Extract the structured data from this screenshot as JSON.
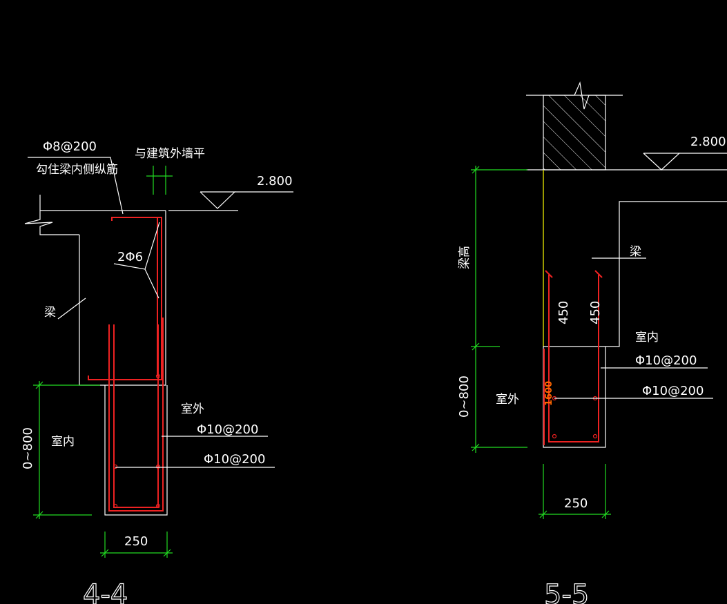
{
  "section_4": {
    "title": "4-4",
    "bar_stirrup": "Φ8@200",
    "bar_stirrup_note": "勾住梁内侧纵筋",
    "flush_note": "与建筑外墙平",
    "elevation": "2.800",
    "side_bars": "2Φ6",
    "beam_label": "梁",
    "outdoor": "室外",
    "indoor": "室内",
    "rebar_a": "Φ10@200",
    "rebar_b": "Φ10@200",
    "depth": "0~800",
    "width": "250"
  },
  "section_5": {
    "title": "5-5",
    "elevation": "2.800",
    "beam_height": "梁高",
    "beam_label": "梁",
    "lap_a": "450",
    "lap_b": "450",
    "indoor": "室内",
    "outdoor": "室外",
    "rebar_a": "Φ10@200",
    "rebar_b": "Φ10@200",
    "depth": "0~800",
    "dim_red": "1600",
    "width": "250"
  },
  "colors": {
    "background": "#000000",
    "line": "#ffffff",
    "dimension": "#22dd22",
    "rebar": "#ee2222"
  }
}
